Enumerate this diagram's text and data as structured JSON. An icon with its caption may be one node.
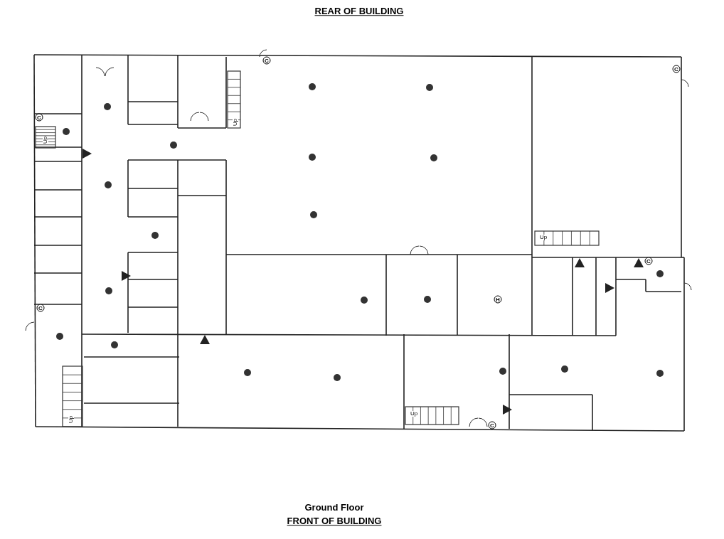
{
  "diagram": {
    "labels": [
      "REAR OF BUILDING",
      "C",
      "C",
      "C",
      "Up",
      "Up",
      "Up",
      "C",
      "H",
      "C",
      "Up",
      "Up",
      "C",
      "Ground Floor",
      "FRONT OF BUILDING"
    ]
  }
}
